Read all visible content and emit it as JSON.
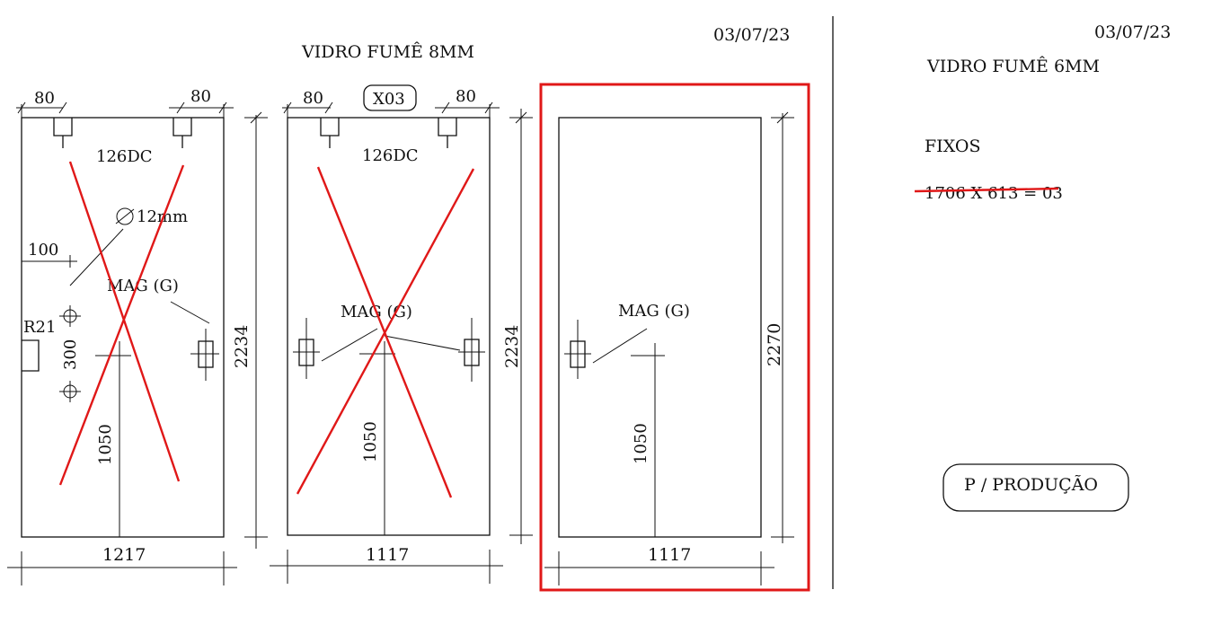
{
  "left_sheet": {
    "date": "03/07/23",
    "title": "VIDRO FUMÊ 8MM",
    "panel_a": {
      "top_dim_left": "80",
      "top_dim_right": "80",
      "label_top": "126DC",
      "hole_label": "12mm",
      "offset_label": "100",
      "radius_label": "R21",
      "spacing_label": "300",
      "mag_label": "MAG  (G)",
      "height_label": "1050",
      "side_label": "2234",
      "width_label": "1217",
      "status": "crossed-out"
    },
    "panel_b": {
      "top_dim_left": "80",
      "top_dim_right": "80",
      "code_badge": "X03",
      "label_top": "126DC",
      "mag_label": "MAG  (G)",
      "height_label": "1050",
      "side_label": "2234",
      "width_label": "1117",
      "status": "crossed-out"
    },
    "panel_c": {
      "mag_label": "MAG  (G)",
      "height_label": "1050",
      "side_label": "2270",
      "width_label": "1117",
      "status": "highlighted"
    }
  },
  "right_sheet": {
    "date": "03/07/23",
    "title": "VIDRO FUMÊ 6MM",
    "section_label": "FIXOS",
    "item_line": "1706 X 613 = 03",
    "item_status": "struck-through",
    "stamp": "P / PRODUÇÃO"
  },
  "colors": {
    "ink": "#111111",
    "markup_red": "#e01818",
    "background": "#ffffff"
  }
}
